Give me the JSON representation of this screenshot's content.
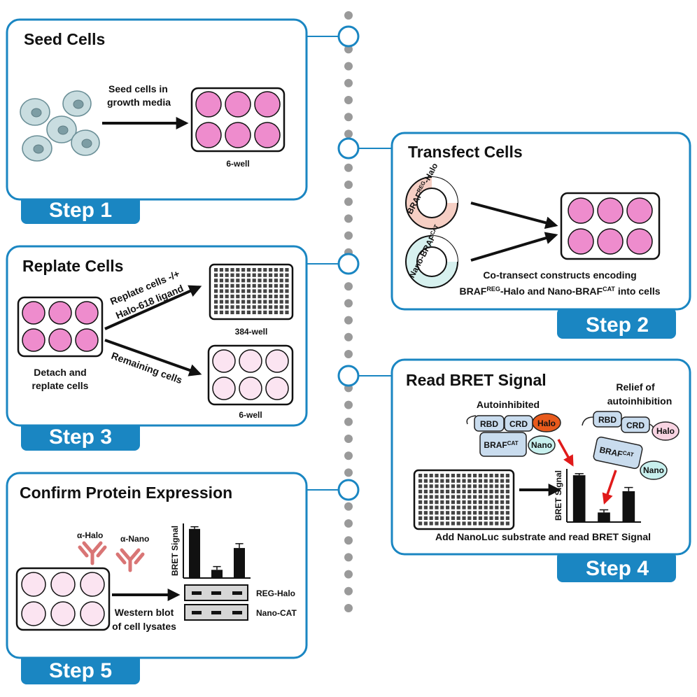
{
  "steps": [
    {
      "title": "Seed Cells",
      "tab": "Step 1",
      "arrow_label": [
        "Seed cells in",
        "growth media"
      ],
      "plate_label": "6-well"
    },
    {
      "title": "Transfect Cells",
      "tab": "Step 2",
      "plasmid1": {
        "label": "BRAF",
        "sup": "REG",
        "suffix": "-Halo"
      },
      "plasmid2": {
        "label": "Nano-BRAF",
        "sup": "CAT"
      },
      "caption1": "Co-transect constructs encoding",
      "caption2": {
        "a": "BRAF",
        "a_sup": "REG",
        "b": "-Halo and Nano-BRAF",
        "b_sup": "CAT",
        "c": " into cells"
      }
    },
    {
      "title": "Replate Cells",
      "tab": "Step 3",
      "arrow1_label": [
        "Replate cells -/+",
        "Halo-618 ligand"
      ],
      "arrow2_label": "Remaining cells",
      "plate1_label": "384-well",
      "plate2_label": "6-well",
      "left_caption": [
        "Detach and",
        "replate cells"
      ]
    },
    {
      "title": "Read BRET Signal",
      "tab": "Step 4",
      "state1": "Autoinhibited",
      "state2": [
        "Relief of",
        "autoinhibition"
      ],
      "domains": {
        "rbd": "RBD",
        "crd": "CRD",
        "halo": "Halo",
        "nano": "Nano",
        "braf": "BRAF",
        "braf_sup": "CAT"
      },
      "ylabel": "BRET Signal",
      "caption": "Add NanoLuc substrate and read BRET Signal"
    },
    {
      "title": "Confirm Protein Expression",
      "tab": "Step 5",
      "antibody1": "α-Halo",
      "antibody2": "α-Nano",
      "ylabel": "BRET Signal",
      "arrow_label": [
        "Western blot",
        "of cell lysates"
      ],
      "blot1": "REG-Halo",
      "blot2": "Nano-CAT"
    }
  ],
  "chart_data": [
    {
      "type": "bar",
      "title": "",
      "ylabel": "BRET Signal",
      "categories": [
        "",
        "",
        ""
      ],
      "values": [
        0.88,
        0.18,
        0.58
      ],
      "errors": [
        0.03,
        0.05,
        0.07
      ],
      "ylim": [
        0,
        1
      ]
    },
    {
      "type": "bar",
      "title": "",
      "ylabel": "BRET Signal",
      "categories": [
        "",
        "",
        ""
      ],
      "values": [
        0.9,
        0.15,
        0.55
      ],
      "errors": [
        0.04,
        0.06,
        0.08
      ],
      "ylim": [
        0,
        1
      ]
    }
  ],
  "colors": {
    "accent": "#1a86c2",
    "well": "#ee8ccd",
    "well_light": "#fbe4f1",
    "halo": "#e85a1c",
    "nano": "#c8f0ee",
    "domain": "#c9dcee",
    "halo_light": "#f8d4e2",
    "red_arrow": "#e01a1a"
  }
}
